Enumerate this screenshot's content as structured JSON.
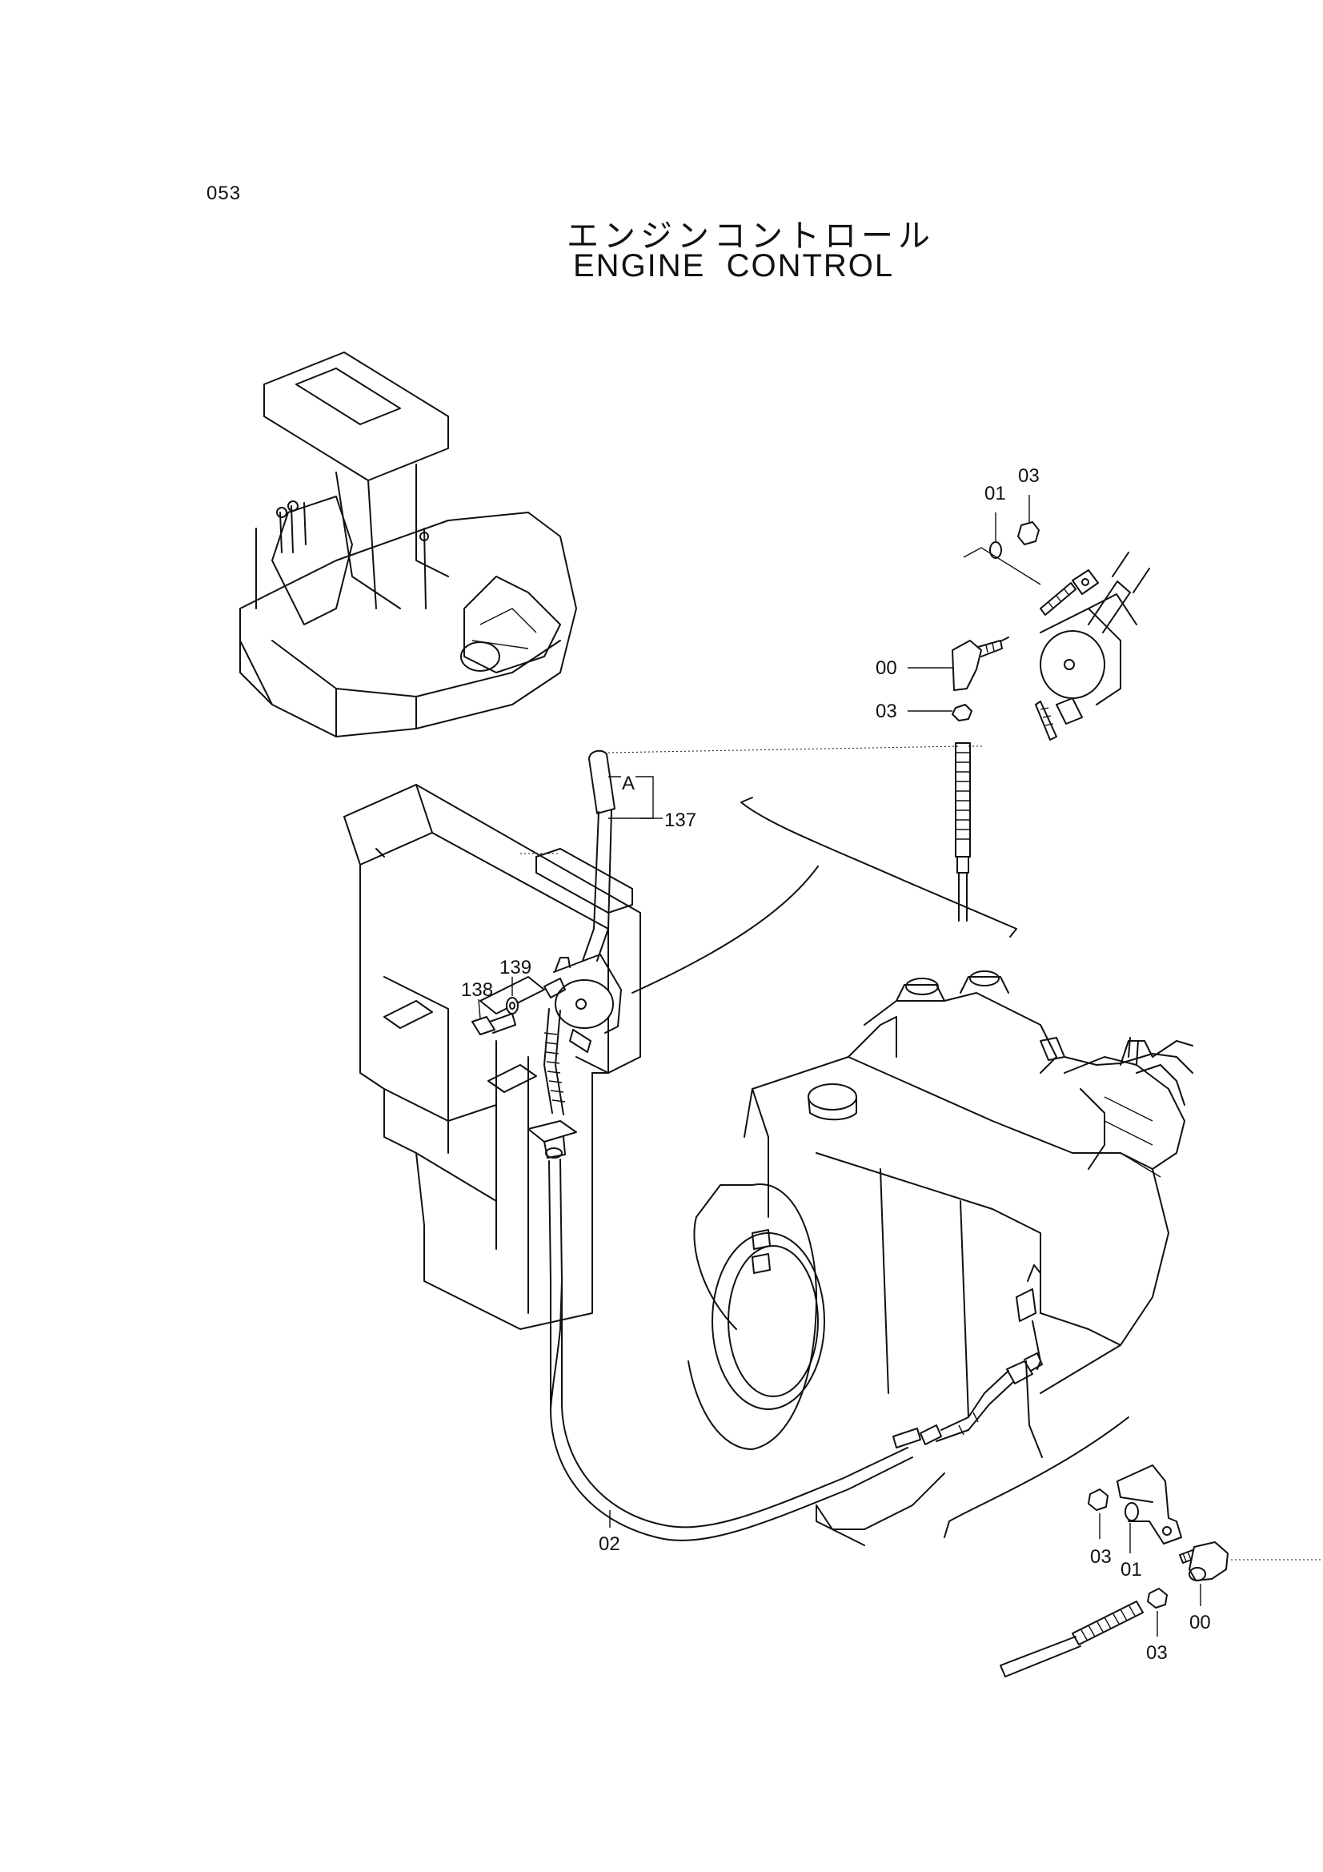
{
  "page": {
    "number": "053",
    "title_jp": "エンジンコントロール",
    "title_en": "ENGINE  CONTROL"
  },
  "callouts": {
    "top_01": "01",
    "top_03a": "03",
    "top_00": "00",
    "top_03b": "03",
    "detail_A": "A",
    "part_137": "137",
    "part_138": "138",
    "part_139": "139",
    "part_02": "02",
    "bot_03a": "03",
    "bot_01": "01",
    "bot_03b": "03",
    "bot_00": "00"
  }
}
